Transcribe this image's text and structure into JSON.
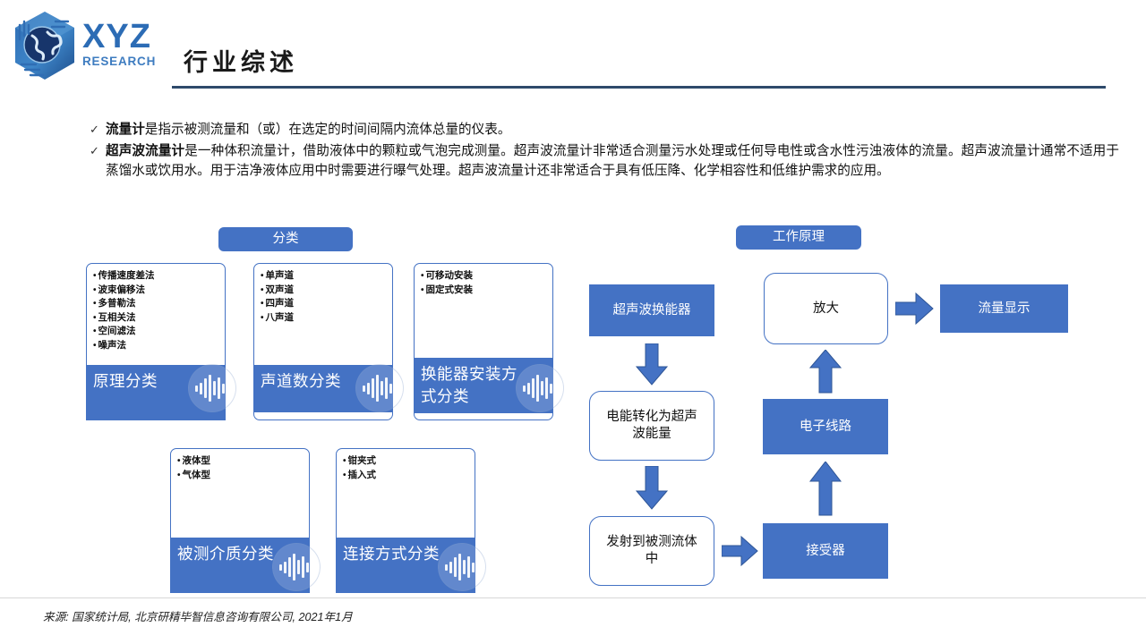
{
  "brand": {
    "name_top": "XYZ",
    "name_bottom": "RESEARCH",
    "logo_icon": "globe-hexagon-icon",
    "primary_color": "#4472C4",
    "logo_color": "#2C6CB5",
    "rule_color": "#2E4A6B"
  },
  "header": {
    "title": "行业综述"
  },
  "bullets": [
    {
      "marker": "✓",
      "bold": "流量计",
      "rest": "是指示被测流量和（或）在选定的时间间隔内流体总量的仪表。"
    },
    {
      "marker": "✓",
      "bold": "超声波流量计",
      "rest": "是一种体积流量计，借助液体中的颗粒或气泡完成测量。超声波流量计非常适合测量污水处理或任何导电性或含水性污浊液体的流量。超声波流量计通常不适用于蒸馏水或饮用水。用于洁净液体应用中时需要进行曝气处理。超声波流量计还非常适合于具有低压降、化学相容性和低维护需求的应用。"
    }
  ],
  "classification": {
    "pill_label": "分类",
    "cards": [
      {
        "title": "原理分类",
        "icon": "sound-wave-icon",
        "items": [
          "传播速度差法",
          "波束偏移法",
          "多普勒法",
          "互相关法",
          "空间滤法",
          "噪声法"
        ]
      },
      {
        "title": "声道数分类",
        "icon": "sound-wave-icon",
        "items": [
          "单声道",
          "双声道",
          "四声道",
          "八声道"
        ]
      },
      {
        "title": "换能器安装方式分类",
        "icon": "sound-wave-icon",
        "items": [
          "可移动安装",
          "固定式安装"
        ]
      },
      {
        "title": "被测介质分类",
        "icon": "sound-wave-icon",
        "items": [
          "液体型",
          "气体型"
        ]
      },
      {
        "title": "连接方式分类",
        "icon": "sound-wave-icon",
        "items": [
          "钳夹式",
          "插入式"
        ]
      }
    ]
  },
  "working_principle": {
    "pill_label": "工作原理",
    "nodes": [
      {
        "id": "transducer",
        "label": "超声波换能器",
        "style": "filled"
      },
      {
        "id": "convert",
        "label": "电能转化为超声波能量",
        "style": "outline"
      },
      {
        "id": "emit",
        "label": "发射到被测流体中",
        "style": "outline"
      },
      {
        "id": "receiver",
        "label": "接受器",
        "style": "filled"
      },
      {
        "id": "circuit",
        "label": "电子线路",
        "style": "filled"
      },
      {
        "id": "amplify",
        "label": "放大",
        "style": "outline"
      },
      {
        "id": "display",
        "label": "流量显示",
        "style": "filled"
      }
    ],
    "arrows": [
      {
        "id": "transducer-to-convert",
        "direction": "down"
      },
      {
        "id": "convert-to-emit",
        "direction": "down"
      },
      {
        "id": "emit-to-receiver",
        "direction": "right"
      },
      {
        "id": "receiver-to-circuit",
        "direction": "up"
      },
      {
        "id": "circuit-to-amplify",
        "direction": "up"
      },
      {
        "id": "amplify-to-display",
        "direction": "right"
      }
    ]
  },
  "footer": {
    "source": "来源: 国家统计局, 北京研精毕智信息咨询有限公司, 2021年1月"
  }
}
